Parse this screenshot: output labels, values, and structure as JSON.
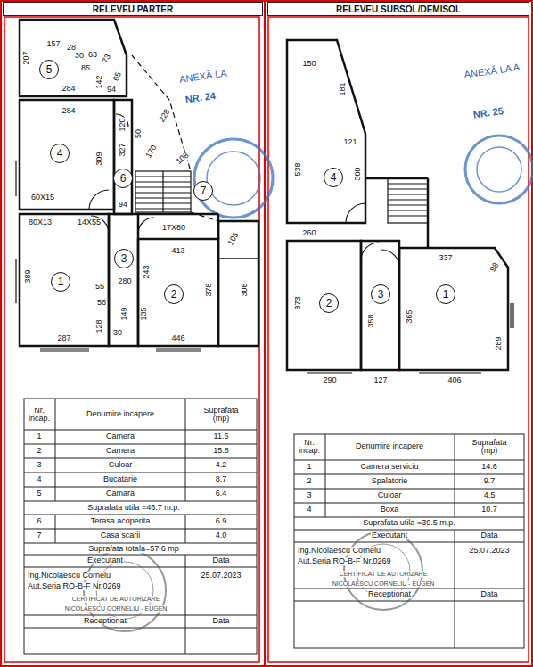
{
  "diagram": {
    "nodes": [
      {
        "text": [
          "RELEVEU PARTER"
        ]
      },
      {
        "text": [
          "RELEVEU SUBSOL/DEMISOL"
        ]
      },
      {
        "text": [
          "5"
        ]
      },
      {
        "text": [
          "4"
        ]
      },
      {
        "text": [
          "6"
        ]
      },
      {
        "text": [
          "7"
        ]
      },
      {
        "text": [
          "3"
        ]
      },
      {
        "text": [
          "1"
        ]
      },
      {
        "text": [
          "2"
        ]
      },
      {
        "text": [
          "4"
        ]
      },
      {
        "text": [
          "2"
        ]
      },
      {
        "text": [
          "3"
        ]
      },
      {
        "text": [
          "1"
        ]
      }
    ],
    "labels": [
      "157",
      "28",
      "30",
      "63",
      "207",
      "85",
      "73",
      "65",
      "284",
      "142",
      "94",
      "120",
      "50",
      "228",
      "284",
      "309",
      "327",
      "170",
      "108",
      "60X15",
      "94",
      "80X13",
      "14X55",
      "17X80",
      "105",
      "389",
      "413",
      "55",
      "243",
      "280",
      "378",
      "308",
      "56",
      "149",
      "135",
      "128",
      "30",
      "287",
      "446",
      "ANEXĂ LA",
      "NR. 24",
      "150",
      "181",
      "538",
      "121",
      "300",
      "260",
      "337",
      "98",
      "373",
      "358",
      "365",
      "289",
      "290",
      "127",
      "406",
      "ANEXĂ LA A",
      "NR. 25",
      "Nr. incap.",
      "Denumire incapere",
      "Suprafata (mp)",
      "1",
      "Camera",
      "11.6",
      "2",
      "Camera",
      "15.8",
      "3",
      "Culoar",
      "4.2",
      "4",
      "Bucatarie",
      "8.7",
      "5",
      "Camara",
      "6.4",
      "Suprafata utila =46.7 m.p.",
      "6",
      "Terasa acoperita",
      "6.9",
      "7",
      "Casa scarii",
      "4.0",
      "Suprafata totala=57.6 mp",
      "Executant",
      "Data",
      "Ing.Nicolaescu Cornelu",
      "Aut.Seria RO-B-F Nr.0269",
      "25.07.2023",
      "CERTIFICAT DE AUTORIZARE",
      "NICOLAESCU CORNELIU - EUGEN",
      "Receptionat",
      "Data",
      "Nr. incap.",
      "Denumire incapere",
      "Suprafata (mp)",
      "1",
      "Camera serviciu",
      "14.6",
      "2",
      "Spalatorie",
      "9.7",
      "3",
      "Culoar",
      "4.5",
      "4",
      "Boxa",
      "10.7",
      "Suprafata utila =39.5 m.p.",
      "Executant",
      "Data",
      "Ing.Nicolaescu Cornelu",
      "Aut.Seria RO-B-F Nr.0269",
      "25.07.2023",
      "CERTIFICAT DE AUTORIZARE",
      "NICOLAESCU CORNELIU - EUGEN",
      "Receptionat",
      "Data"
    ]
  }
}
